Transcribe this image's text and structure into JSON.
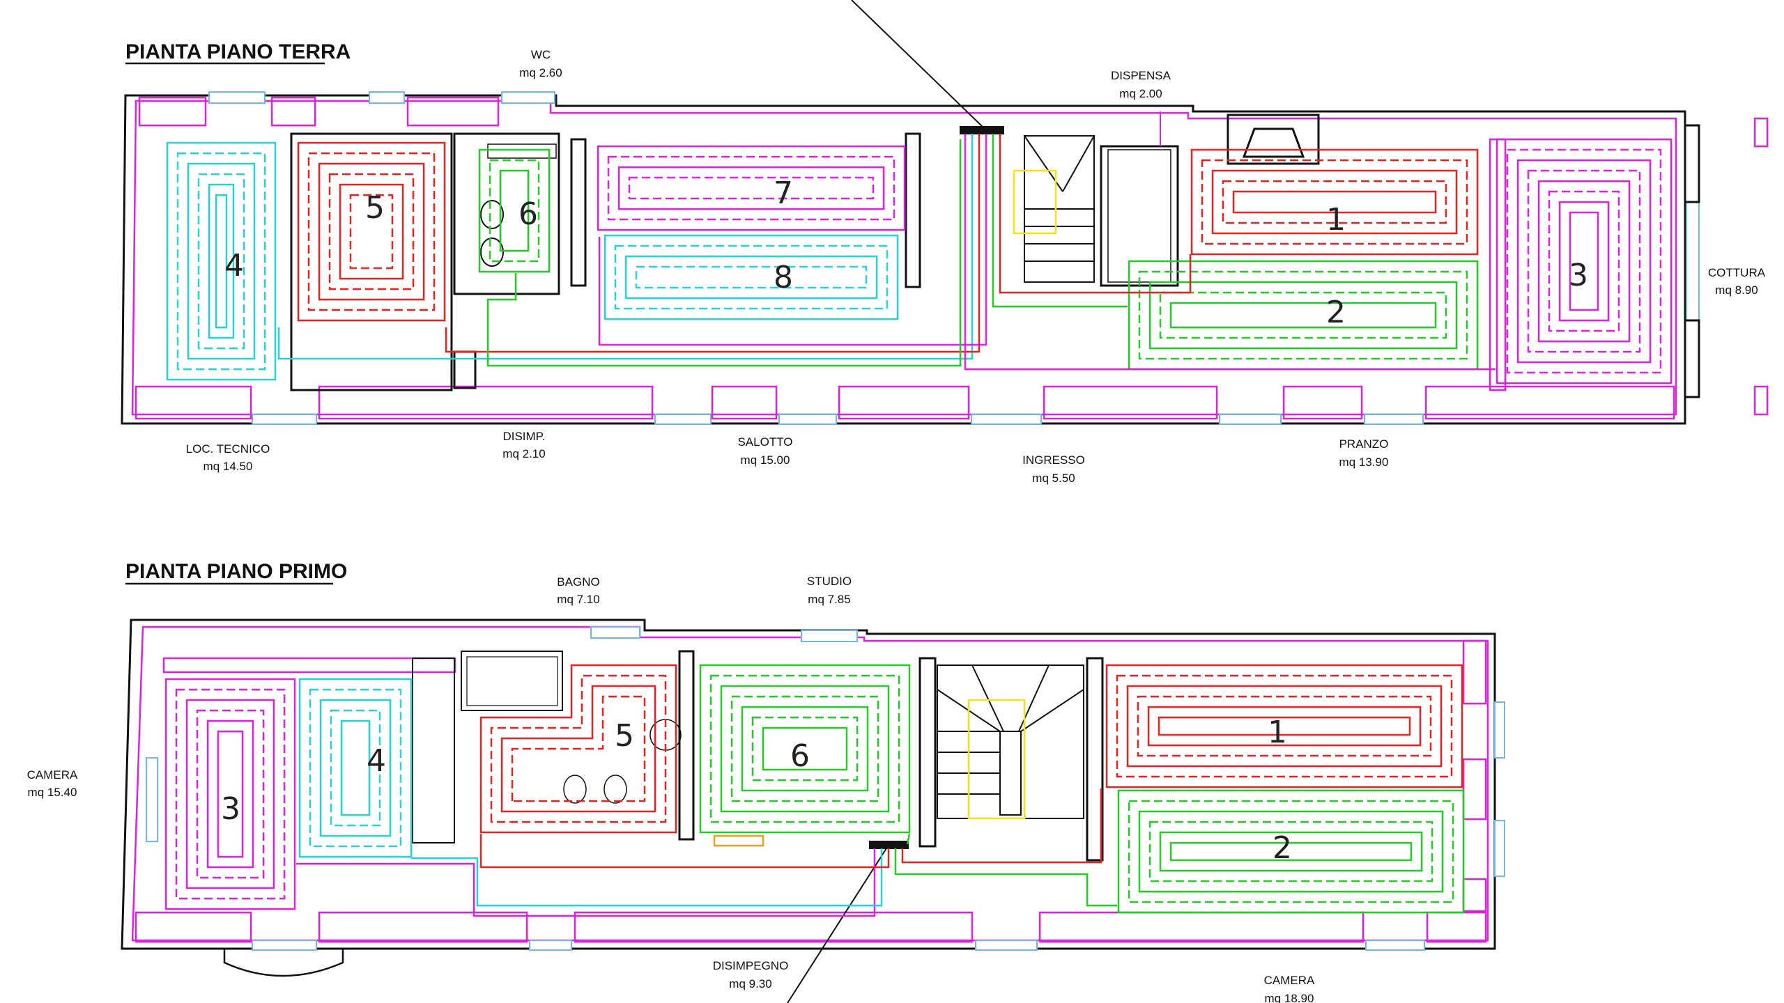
{
  "plans": [
    {
      "title": "PIANTA PIANO TERRA",
      "rooms": [
        {
          "name": "WC",
          "area": "mq 2.60"
        },
        {
          "name": "DISPENSA",
          "area": "mq 2.00"
        },
        {
          "name": "COTTURA",
          "area": "mq 8.90"
        },
        {
          "name": "LOC. TECNICO",
          "area": "mq 14.50"
        },
        {
          "name": "DISIMP.",
          "area": "mq 2.10"
        },
        {
          "name": "SALOTTO",
          "area": "mq 15.00"
        },
        {
          "name": "INGRESSO",
          "area": "mq 5.50"
        },
        {
          "name": "PRANZO",
          "area": "mq 13.90"
        }
      ],
      "circuits": [
        {
          "label": "1",
          "color": "#e8221f"
        },
        {
          "label": "2",
          "color": "#22cc22"
        },
        {
          "label": "3",
          "color": "#e020e0"
        },
        {
          "label": "4",
          "color": "#22d4d4"
        },
        {
          "label": "5",
          "color": "#e8221f"
        },
        {
          "label": "6",
          "color": "#22cc22"
        },
        {
          "label": "7",
          "color": "#e020e0"
        },
        {
          "label": "8",
          "color": "#22d4d4"
        }
      ]
    },
    {
      "title": "PIANTA PIANO PRIMO",
      "rooms": [
        {
          "name": "BAGNO",
          "area": "mq 7.10"
        },
        {
          "name": "STUDIO",
          "area": "mq 7.85"
        },
        {
          "name": "CAMERA",
          "area": "mq 15.40"
        },
        {
          "name": "DISIMPEGNO",
          "area": "mq 9.30"
        },
        {
          "name": "CAMERA",
          "area": "mq 18.90"
        }
      ],
      "circuits": [
        {
          "label": "1",
          "color": "#e8221f"
        },
        {
          "label": "2",
          "color": "#22cc22"
        },
        {
          "label": "3",
          "color": "#e020e0"
        },
        {
          "label": "4",
          "color": "#22d4d4"
        },
        {
          "label": "5",
          "color": "#e8221f"
        },
        {
          "label": "6",
          "color": "#22cc22"
        }
      ]
    }
  ],
  "colors": {
    "wall": "#111111",
    "wall_finish": "#e020e0",
    "window": "#6fb7e8",
    "stair_marker": "#f2e21a",
    "hatch": "#f0a020"
  }
}
